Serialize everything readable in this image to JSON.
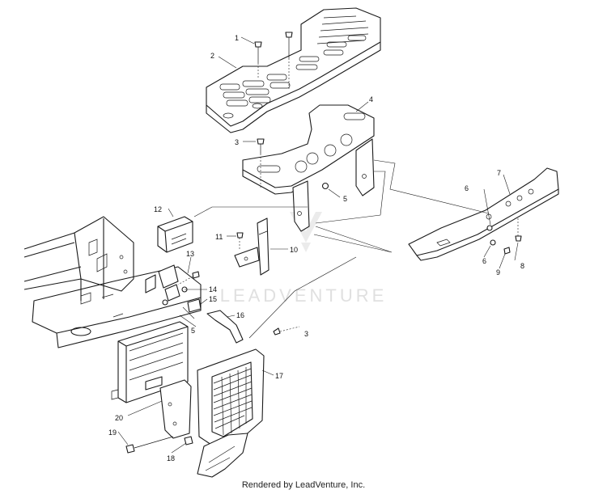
{
  "watermark": "LEADVENTURE",
  "footer": "Rendered by LeadVenture, Inc.",
  "callouts": {
    "c1": "1",
    "c2": "2",
    "c3a": "3",
    "c3b": "3",
    "c4": "4",
    "c5a": "5",
    "c5b": "5",
    "c6a": "6",
    "c6b": "6",
    "c7": "7",
    "c8": "8",
    "c9": "9",
    "c10": "10",
    "c11": "11",
    "c12": "12",
    "c13": "13",
    "c14": "14",
    "c15": "15",
    "c16": "16",
    "c17": "17",
    "c18": "18",
    "c19": "19",
    "c20": "20"
  }
}
